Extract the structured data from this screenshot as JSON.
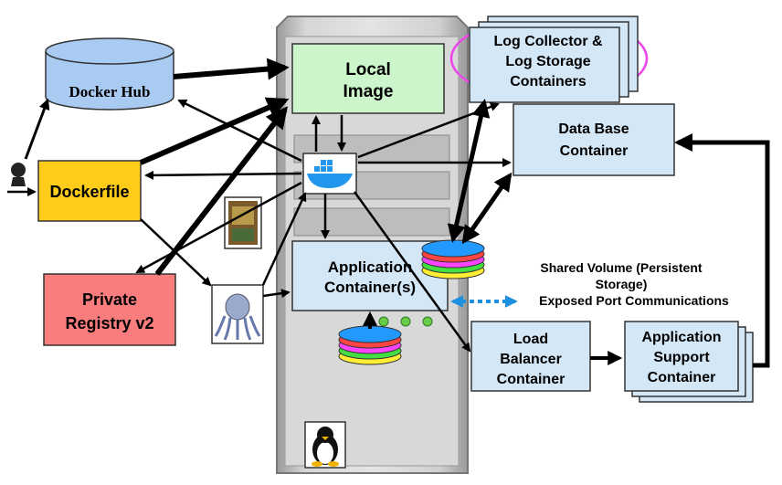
{
  "nodes": {
    "docker_hub": "Docker Hub",
    "dockerfile": "Dockerfile",
    "private_registry": [
      "Private",
      "Registry v2"
    ],
    "local_image": [
      "Local",
      "Image"
    ],
    "log_collector": [
      "Log Collector &",
      "Log Storage",
      "Containers"
    ],
    "database": [
      "Data Base",
      "Container"
    ],
    "application": [
      "Application",
      "Container(s)"
    ],
    "load_balancer": [
      "Load",
      "Balancer",
      "Container"
    ],
    "app_support": [
      "Application",
      "Support",
      "Container"
    ]
  },
  "annotations": {
    "shared_volume": [
      "Shared Volume (Persistent",
      "Storage)"
    ],
    "exposed_port": "Exposed Port Communications"
  },
  "icons": {
    "github": "github-octocat-icon",
    "docker_whale": "docker-whale-icon",
    "kubernetes_octopus": "octopus-icon",
    "linux_penguin": "tux-penguin-icon",
    "image_thumbnail": "photo-thumbnail-icon",
    "storage_disks": "disk-stack-icon"
  },
  "colors": {
    "docker_hub": "#a9cbf2",
    "dockerfile": "#ffcc1a",
    "private_registry": "#f97d7d",
    "local_image": "#ccf5cc",
    "containers": "#d4e7f7",
    "highlight_ellipse": "#ee44ee",
    "server": "#c8c8c8",
    "dashed_arrow": "#1e90e0"
  }
}
